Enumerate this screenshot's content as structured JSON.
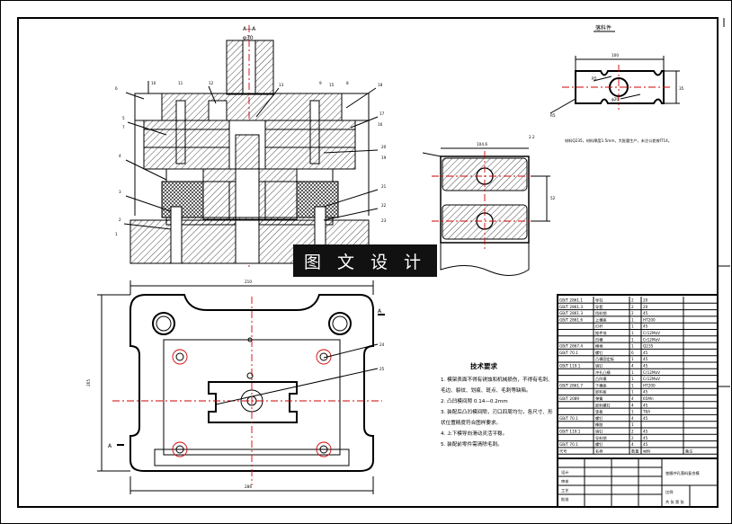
{
  "section_label": "A—A",
  "top_dim": "φ30",
  "part_title": "落料件",
  "part_dims": {
    "width": "100",
    "height": "35",
    "r1": "R5",
    "r2": "R5",
    "hole": "φ20"
  },
  "part_note": "材料Q235，材料厚度1.5mm，大批量生产，未注公差按IT14。",
  "die_dims": {
    "width": "104.6",
    "chamfer": "2.2",
    "gap": "52"
  },
  "banner": "图 文 设 计",
  "plan_dims": {
    "top": "210",
    "left": "265",
    "bottom": "286"
  },
  "section_marks": {
    "a1": "A",
    "a2": "A"
  },
  "tech_req": {
    "title": "技术要求",
    "items": [
      "1. 模架表面不得有锈蚀和机械损伤，不得有毛刺、",
      "毛边、裂纹、划痕、斑点、毛刺等缺陷。",
      "2. 凸凹模间隙   0.14—0.2mm",
      "3. 装配后凸凹模间隙，刃口四周均匀，各尺寸、形",
      "状位置精度符合图样要求。",
      "4. 上下模导向滑动灵活平稳。",
      "5. 装配前零件需清除毛刺。"
    ]
  },
  "callouts": {
    "left": [
      "6",
      "5",
      "7",
      "4",
      "3",
      "2",
      "1"
    ],
    "top": [
      "18",
      "17",
      "16",
      "15",
      "13",
      "12",
      "11",
      "10",
      "9",
      "8"
    ],
    "right": [
      "20",
      "19",
      "21",
      "22",
      "23"
    ],
    "plan": [
      "24",
      "25"
    ]
  },
  "bom_rows": [
    [
      "GB/T 2861.1",
      "导柱",
      "2",
      "20",
      ""
    ],
    [
      "GB/T 2861.3",
      "导套",
      "2",
      "20",
      ""
    ],
    [
      "GB/T 2861.3",
      "挡料销",
      "2",
      "45",
      ""
    ],
    [
      "GB/T 2861.6",
      "上模座",
      "1",
      "HT200",
      ""
    ],
    [
      "",
      "打杆",
      "1",
      "45",
      ""
    ],
    [
      "",
      "推件块",
      "1",
      "Cr12MoV",
      ""
    ],
    [
      "",
      "凹模",
      "1",
      "Cr12MoV",
      ""
    ],
    [
      "GB/T 2867.4",
      "模柄",
      "1",
      "Q235",
      ""
    ],
    [
      "GB/T 70.1",
      "螺钉",
      "6",
      "45",
      ""
    ],
    [
      "",
      "凸模固定板",
      "1",
      "45",
      ""
    ],
    [
      "GB/T 119.1",
      "销钉",
      "4",
      "45",
      ""
    ],
    [
      "",
      "冲孔凸模",
      "1",
      "Cr12MoV",
      ""
    ],
    [
      "",
      "凸凹模",
      "1",
      "Cr12MoV",
      ""
    ],
    [
      "GB/T 2861.7",
      "下模座",
      "1",
      "HT200",
      ""
    ],
    [
      "",
      "卸料板",
      "1",
      "45",
      ""
    ],
    [
      "GB/T 2089",
      "弹簧",
      "4",
      "65Mn",
      ""
    ],
    [
      "",
      "卸料螺钉",
      "4",
      "45",
      ""
    ],
    [
      "",
      "垫板",
      "1",
      "T8A",
      ""
    ],
    [
      "GB/T 70.1",
      "螺钉",
      "4",
      "45",
      ""
    ],
    [
      "",
      "橡胶",
      "1",
      "",
      ""
    ],
    [
      "GB/T 119.1",
      "销钉",
      "2",
      "45",
      ""
    ],
    [
      "",
      "导料销",
      "2",
      "45",
      ""
    ],
    [
      "GB/T 70.1",
      "螺钉",
      "4",
      "45",
      ""
    ]
  ],
  "bom_header": [
    "代号",
    "名称",
    "数量",
    "材料",
    "备注"
  ],
  "title_block": {
    "name": "垫圈冲孔落料复合模",
    "labels": [
      "设计",
      "审核",
      "工艺",
      "批准"
    ],
    "scale": "比例",
    "sheet": "共  张  第  张"
  }
}
